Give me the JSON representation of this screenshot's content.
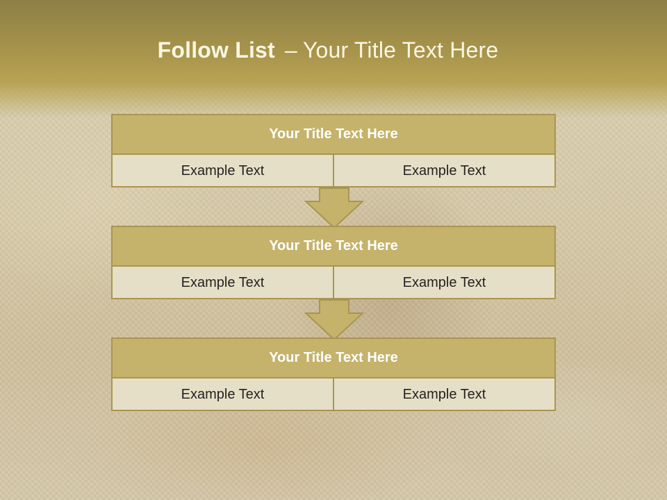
{
  "slide": {
    "title_bold": "Follow List",
    "title_dash": "–",
    "title_rest": "Your Title Text Here"
  },
  "blocks": [
    {
      "title": "Your Title Text Here",
      "left_text": "Example Text",
      "right_text": "Example Text"
    },
    {
      "title": "Your Title Text Here",
      "left_text": "Example Text",
      "right_text": "Example Text"
    },
    {
      "title": "Your Title Text Here",
      "left_text": "Example Text",
      "right_text": "Example Text"
    }
  ],
  "colors": {
    "header_band": "#a8954c",
    "block_title_fill": "#c5b26b",
    "block_body_fill": "#e6dfc7",
    "border": "#a99552",
    "arrow_fill": "#c5b26b"
  }
}
